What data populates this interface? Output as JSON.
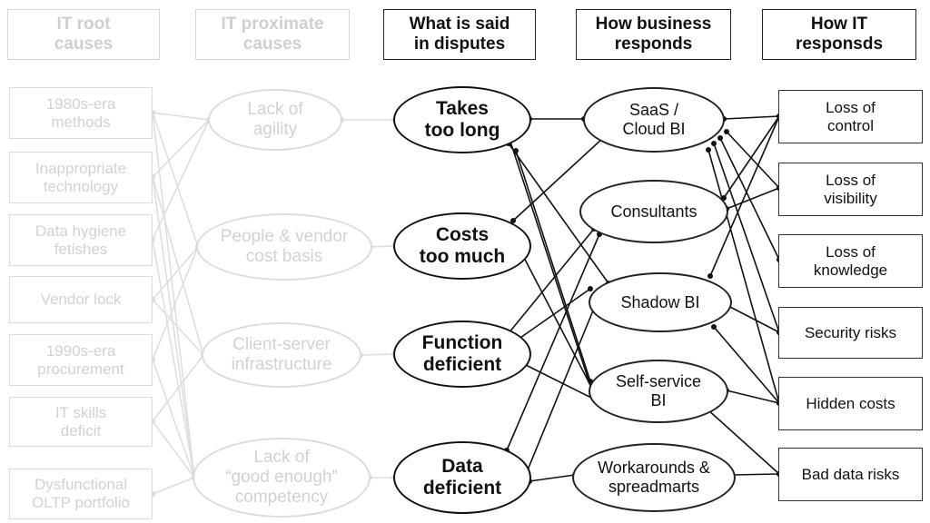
{
  "headers": {
    "root": "IT root\ncauses",
    "proximate": "IT proximate\ncauses",
    "disputes": "What is said\nin disputes",
    "business": "How business\nresponds",
    "it": "How IT\nresponsds"
  },
  "root_causes": [
    "1980s-era\nmethods",
    "Inappropriate\ntechnology",
    "Data hygiene\nfetishes",
    "Vendor lock",
    "1990s-era\nprocurement",
    "IT skills\ndeficit",
    "Dysfunctional\nOLTP portfolio"
  ],
  "proximate_causes": [
    "Lack of\nagility",
    "People & vendor\ncost basis",
    "Client-server\ninfrastructure",
    "Lack of\n“good enough”\ncompetency"
  ],
  "disputes": [
    "Takes\ntoo long",
    "Costs\ntoo much",
    "Function\ndeficient",
    "Data\ndeficient"
  ],
  "business_responses": [
    "SaaS /\nCloud BI",
    "Consultants",
    "Shadow BI",
    "Self-service\nBI",
    "Workarounds &\nspreadmarts"
  ],
  "it_responses": [
    "Loss of\ncontrol",
    "Loss of\nvisibility",
    "Loss of\nknowledge",
    "Security risks",
    "Hidden costs",
    "Bad data risks"
  ]
}
